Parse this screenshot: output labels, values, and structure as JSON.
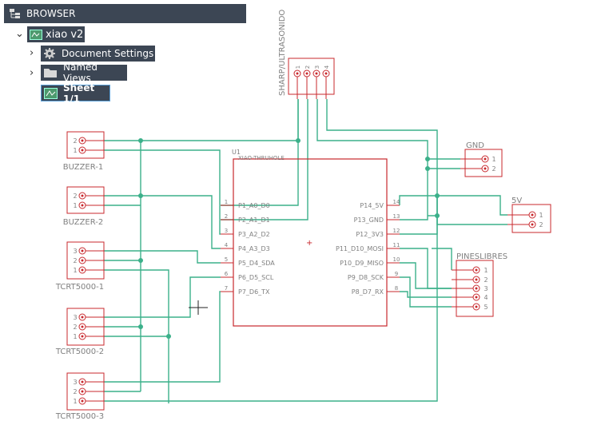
{
  "browser": {
    "header": "BROWSER",
    "document": "xiao v2",
    "items": [
      {
        "label": "Document Settings",
        "icon": "gear-icon"
      },
      {
        "label": "Named Views",
        "icon": "folder-icon"
      },
      {
        "label": "Sheet 1/1",
        "icon": "sheet-icon"
      }
    ]
  },
  "schematic": {
    "ic": {
      "ref": "U1",
      "value": "XIAO-THRUHOLE",
      "left_pins": [
        {
          "num": "1",
          "name": "P1_A0_D0"
        },
        {
          "num": "2",
          "name": "P2_A1_D1"
        },
        {
          "num": "3",
          "name": "P3_A2_D2"
        },
        {
          "num": "4",
          "name": "P4_A3_D3"
        },
        {
          "num": "5",
          "name": "P5_D4_SDA"
        },
        {
          "num": "6",
          "name": "P6_D5_SCL"
        },
        {
          "num": "7",
          "name": "P7_D6_TX"
        }
      ],
      "right_pins": [
        {
          "num": "14",
          "name": "P14_5V"
        },
        {
          "num": "13",
          "name": "P13_GND"
        },
        {
          "num": "12",
          "name": "P12_3V3"
        },
        {
          "num": "11",
          "name": "P11_D10_MOSI"
        },
        {
          "num": "10",
          "name": "P10_D9_MISO"
        },
        {
          "num": "9",
          "name": "P9_D8_SCK"
        },
        {
          "num": "8",
          "name": "P8_D7_RX"
        }
      ]
    },
    "connectors": {
      "buzzer1": {
        "name": "BUZZER-1",
        "pins": [
          "2",
          "1"
        ]
      },
      "buzzer2": {
        "name": "BUZZER-2",
        "pins": [
          "2",
          "1"
        ]
      },
      "tcrt1": {
        "name": "TCRT5000-1",
        "pins": [
          "3",
          "2",
          "1"
        ]
      },
      "tcrt2": {
        "name": "TCRT5000-2",
        "pins": [
          "3",
          "2",
          "1"
        ]
      },
      "tcrt3": {
        "name": "TCRT5000-3",
        "pins": [
          "3",
          "2",
          "1"
        ]
      },
      "sharp": {
        "name": "SHARP/ULTRASONIDO",
        "pins": [
          "1",
          "2",
          "3",
          "4"
        ]
      },
      "gnd": {
        "name": "GND",
        "pins": [
          "1",
          "2"
        ]
      },
      "fivev": {
        "name": "5V",
        "pins": [
          "1",
          "2"
        ]
      },
      "pines": {
        "name": "PINESLIBRES",
        "pins": [
          "1",
          "2",
          "3",
          "4",
          "5"
        ]
      }
    },
    "colors": {
      "wire": "#3bb08a",
      "part": "#c8282d",
      "text": "#808080",
      "browser_bg": "#3c4654"
    }
  }
}
